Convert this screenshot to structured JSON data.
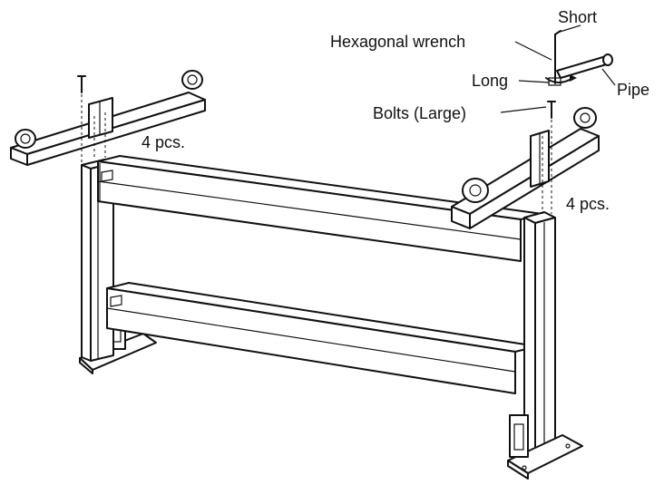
{
  "labels": {
    "short": "Short",
    "hex_wrench": "Hexagonal wrench",
    "long": "Long",
    "pipe": "Pipe",
    "bolts_large": "Bolts (Large)",
    "qty_left": "4 pcs.",
    "qty_right": "4 pcs."
  }
}
